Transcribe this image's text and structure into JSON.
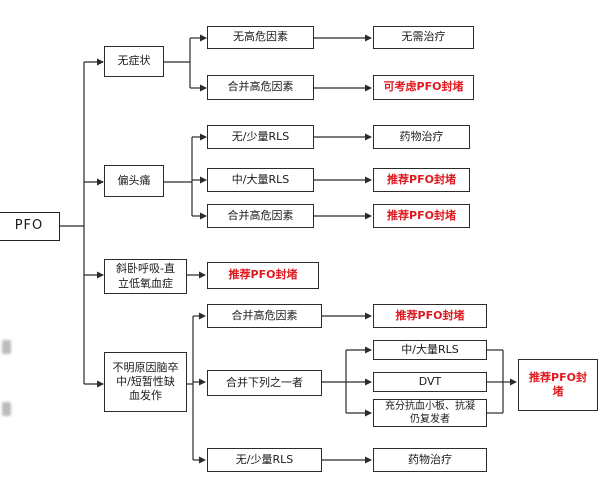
{
  "diagram": {
    "root": "PFO",
    "branches": [
      {
        "label": "无症状",
        "children": [
          {
            "condition": "无高危因素",
            "result": "无需治疗",
            "highlight": false
          },
          {
            "condition": "合并高危因素",
            "result": "可考虑PFO封堵",
            "highlight": true
          }
        ]
      },
      {
        "label": "偏头痛",
        "children": [
          {
            "condition": "无/少量RLS",
            "result": "药物治疗",
            "highlight": false
          },
          {
            "condition": "中/大量RLS",
            "result": "推荐PFO封堵",
            "highlight": true
          },
          {
            "condition": "合并高危因素",
            "result": "推荐PFO封堵",
            "highlight": true
          }
        ]
      },
      {
        "label": "斜卧呼吸-直\n立低氧血症",
        "result": "推荐PFO封堵",
        "highlight": true
      },
      {
        "label": "不明原因脑卒\n中/短暂性缺\n血发作",
        "children": [
          {
            "condition": "合并高危因素",
            "result": "推荐PFO封堵",
            "highlight": true
          },
          {
            "condition": "合并下列之一者",
            "subconditions": [
              "中/大量RLS",
              "DVT",
              "充分抗血小板、抗凝\n仍复发者"
            ],
            "result": "推荐PFO封\n堵",
            "highlight": true
          },
          {
            "condition": "无/少量RLS",
            "result": "药物治疗",
            "highlight": false
          }
        ]
      }
    ]
  },
  "colors": {
    "line": "#2b2b2b",
    "highlight_text": "#e0191f",
    "background": "#ffffff"
  }
}
